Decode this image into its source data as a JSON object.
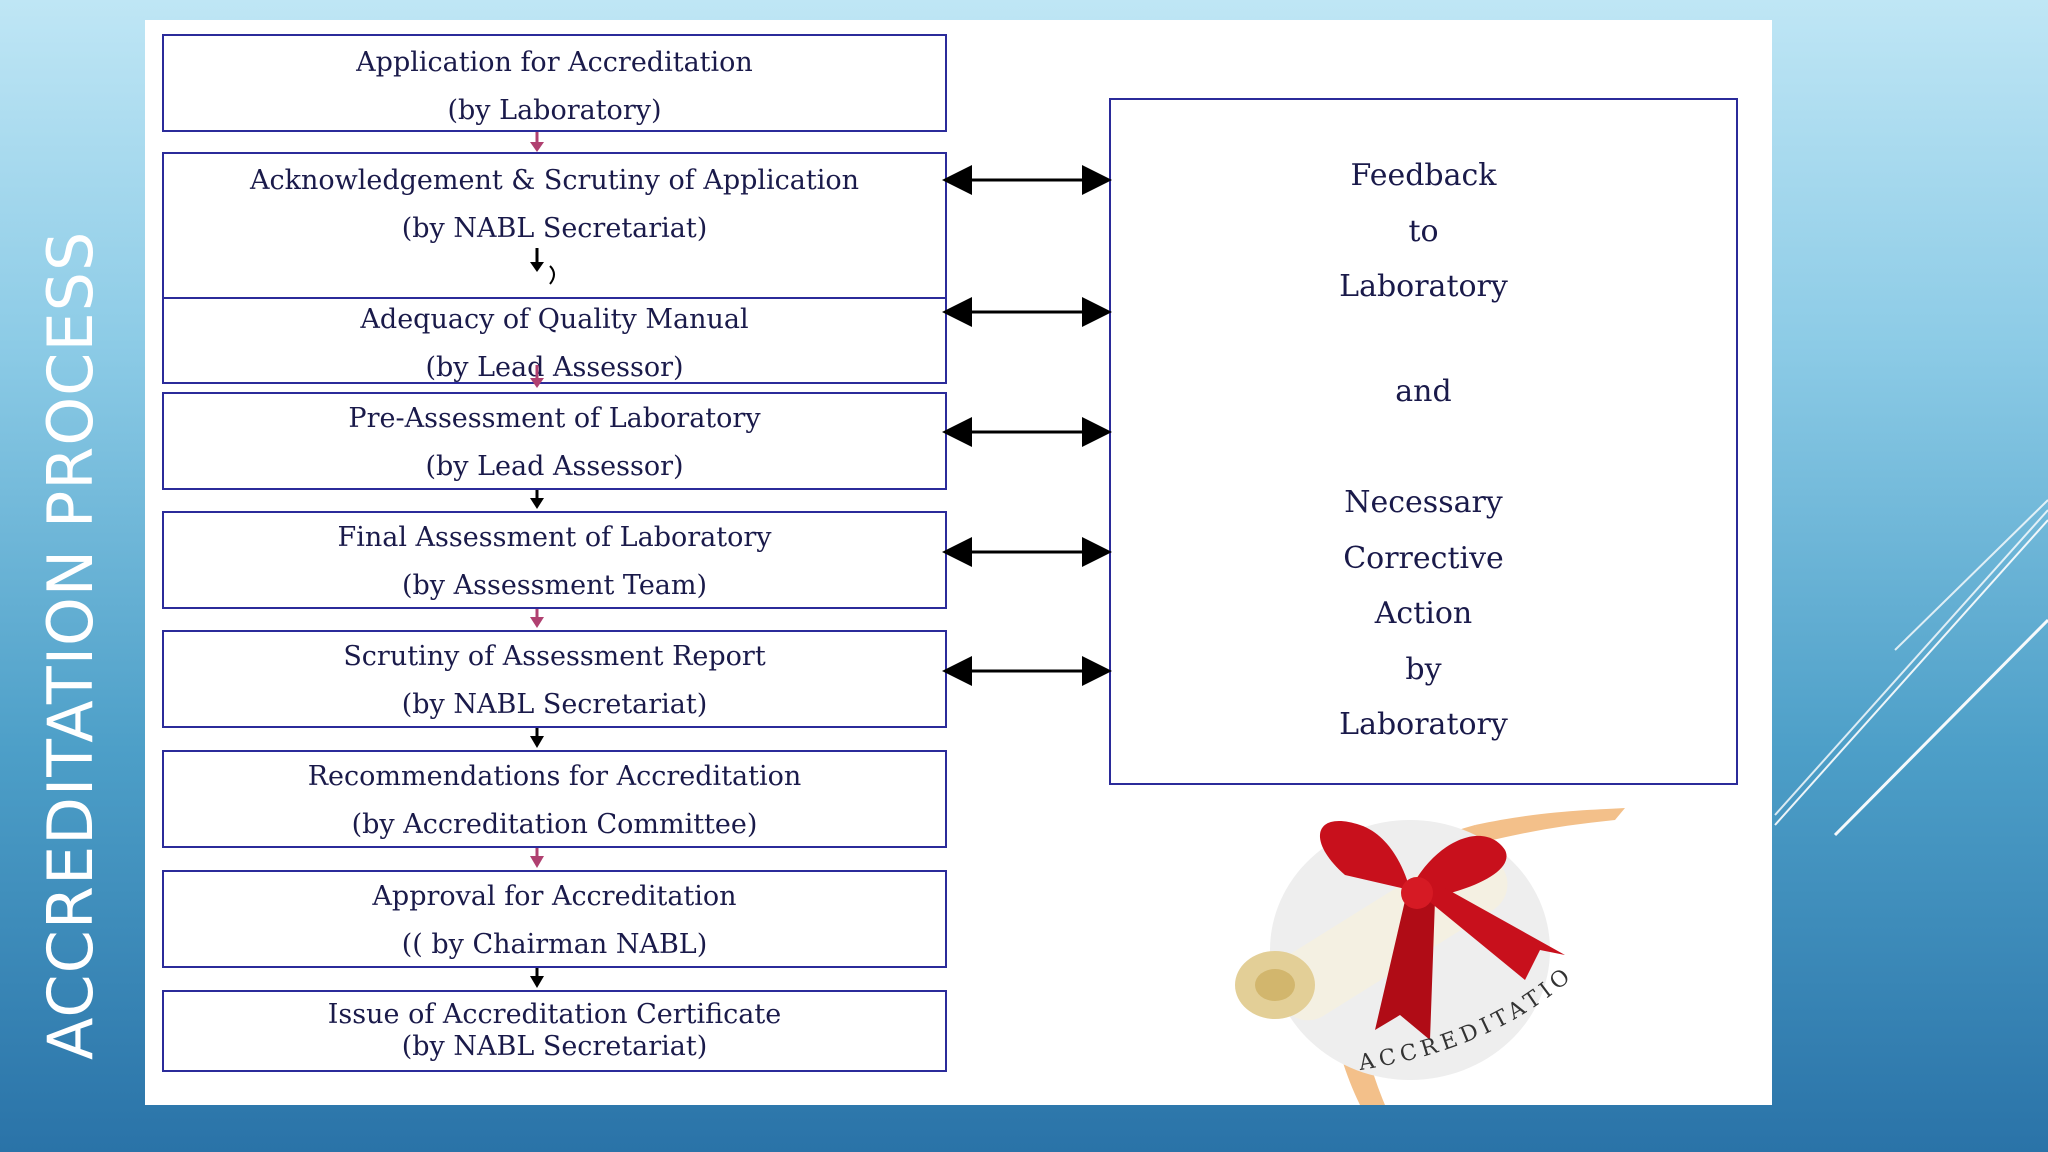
{
  "slide": {
    "title": "ACCREDITATION PROCESS"
  },
  "steps": [
    {
      "line1": "Application for Accreditation",
      "line2": "(by Laboratory)",
      "bold": false
    },
    {
      "line1": "Acknowledgement & Scrutiny of Application",
      "line2": "(by NABL Secretariat)",
      "bold": false
    },
    {
      "line1": "Adequacy of Quality Manual",
      "line2": "(by Lead Assessor)",
      "bold": true
    },
    {
      "line1": "Pre-Assessment of Laboratory",
      "line2": "(by Lead Assessor)",
      "bold": true
    },
    {
      "line1": "Final Assessment of Laboratory",
      "line2": "(by Assessment Team)",
      "bold": true
    },
    {
      "line1": "Scrutiny of Assessment Report",
      "line2": "(by NABL Secretariat)",
      "bold": false
    },
    {
      "line1": "Recommendations for Accreditation",
      "line2": "(by Accreditation Committee)",
      "bold": true
    },
    {
      "line1": "Approval for Accreditation",
      "line2": "(( by Chairman NABL)",
      "bold": true
    },
    {
      "line1": "Issue of Accreditation Certificate",
      "line2": "(by NABL Secretariat)",
      "bold": true
    }
  ],
  "feedback": {
    "lines": [
      "Feedback",
      "to",
      "Laboratory",
      "and",
      "Necessary",
      "Corrective",
      "Action",
      "by",
      "Laboratory"
    ]
  },
  "emblem": {
    "text": "ACCREDITATION",
    "icon": "diploma-scroll-icon"
  },
  "colors": {
    "box_border": "#2b2b9a",
    "arrow_pink": "#b04070",
    "arrow_black": "#000000",
    "ribbon_red": "#c8101c",
    "swoosh_orange": "#f0b27a"
  }
}
